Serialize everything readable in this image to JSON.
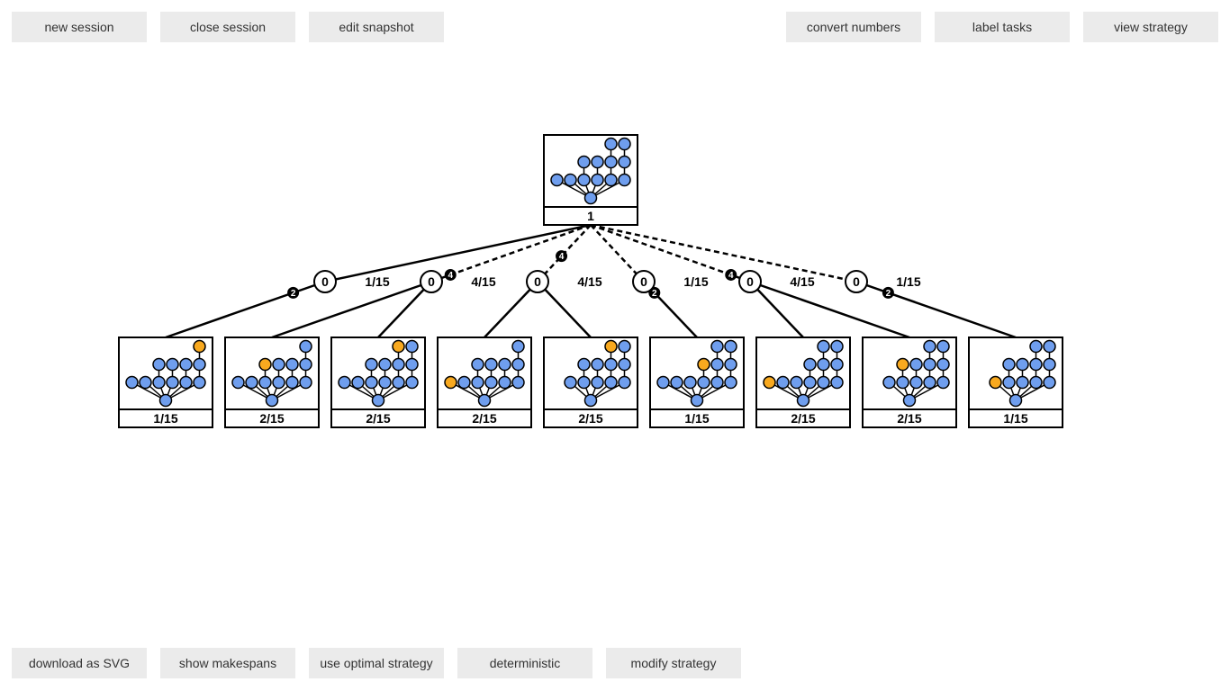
{
  "toolbar_top_left": [
    "new session",
    "close session",
    "edit snapshot"
  ],
  "toolbar_top_right": [
    "convert numbers",
    "label tasks",
    "view strategy"
  ],
  "toolbar_bottom": [
    "download as SVG",
    "show makespans",
    "use optimal strategy",
    "deterministic",
    "modify strategy"
  ],
  "colors": {
    "task": "#6f9eee",
    "active": "#f8a91f",
    "stroke": "#000000"
  },
  "root": {
    "label": "1",
    "nodes": [
      [
        0,
        1,
        "b"
      ],
      [
        1,
        1,
        "b"
      ],
      [
        2,
        1,
        "b"
      ],
      [
        3,
        1,
        "b"
      ],
      [
        4,
        1,
        "b"
      ],
      [
        5,
        1,
        "b"
      ],
      [
        2,
        2,
        "b"
      ],
      [
        3,
        2,
        "b"
      ],
      [
        4,
        2,
        "b"
      ],
      [
        5,
        2,
        "b"
      ],
      [
        4,
        3,
        "b"
      ],
      [
        5,
        3,
        "b"
      ]
    ]
  },
  "chance_nodes": [
    {
      "value": "0",
      "prob": "1/15",
      "edge_style": "solid",
      "edge_badge": null,
      "children": [
        0
      ],
      "child_badges": [
        "2"
      ]
    },
    {
      "value": "0",
      "prob": "4/15",
      "edge_style": "dashed",
      "edge_badge": "4",
      "children": [
        1,
        2
      ],
      "child_badges": [
        null,
        null
      ]
    },
    {
      "value": "0",
      "prob": "4/15",
      "edge_style": "dashed",
      "edge_badge": "4",
      "children": [
        3,
        4
      ],
      "child_badges": [
        null,
        null
      ]
    },
    {
      "value": "0",
      "prob": "1/15",
      "edge_style": "dashed",
      "edge_badge": null,
      "children": [
        5
      ],
      "child_badges": [
        "2"
      ]
    },
    {
      "value": "0",
      "prob": "4/15",
      "edge_style": "dashed",
      "edge_badge": "4",
      "children": [
        6,
        7
      ],
      "child_badges": [
        null,
        null
      ]
    },
    {
      "value": "0",
      "prob": "1/15",
      "edge_style": "dashed",
      "edge_badge": null,
      "children": [
        8
      ],
      "child_badges": [
        "2"
      ]
    }
  ],
  "children": [
    {
      "label": "1/15",
      "nodes": [
        [
          0,
          1,
          "b"
        ],
        [
          1,
          1,
          "b"
        ],
        [
          2,
          1,
          "b"
        ],
        [
          3,
          1,
          "b"
        ],
        [
          4,
          1,
          "b"
        ],
        [
          5,
          1,
          "b"
        ],
        [
          2,
          2,
          "b"
        ],
        [
          3,
          2,
          "b"
        ],
        [
          4,
          2,
          "b"
        ],
        [
          5,
          2,
          "b"
        ],
        [
          5,
          3,
          "o"
        ]
      ]
    },
    {
      "label": "2/15",
      "nodes": [
        [
          0,
          1,
          "b"
        ],
        [
          1,
          1,
          "b"
        ],
        [
          2,
          1,
          "b"
        ],
        [
          3,
          1,
          "b"
        ],
        [
          4,
          1,
          "b"
        ],
        [
          5,
          1,
          "b"
        ],
        [
          2,
          2,
          "o"
        ],
        [
          3,
          2,
          "b"
        ],
        [
          4,
          2,
          "b"
        ],
        [
          5,
          2,
          "b"
        ],
        [
          5,
          3,
          "b"
        ]
      ]
    },
    {
      "label": "2/15",
      "nodes": [
        [
          0,
          1,
          "b"
        ],
        [
          1,
          1,
          "b"
        ],
        [
          2,
          1,
          "b"
        ],
        [
          3,
          1,
          "b"
        ],
        [
          4,
          1,
          "b"
        ],
        [
          5,
          1,
          "b"
        ],
        [
          2,
          2,
          "b"
        ],
        [
          3,
          2,
          "b"
        ],
        [
          4,
          2,
          "b"
        ],
        [
          5,
          2,
          "b"
        ],
        [
          4,
          3,
          "o"
        ],
        [
          5,
          3,
          "b"
        ]
      ]
    },
    {
      "label": "2/15",
      "nodes": [
        [
          0,
          1,
          "o"
        ],
        [
          1,
          1,
          "b"
        ],
        [
          2,
          1,
          "b"
        ],
        [
          3,
          1,
          "b"
        ],
        [
          4,
          1,
          "b"
        ],
        [
          5,
          1,
          "b"
        ],
        [
          2,
          2,
          "b"
        ],
        [
          3,
          2,
          "b"
        ],
        [
          4,
          2,
          "b"
        ],
        [
          5,
          2,
          "b"
        ],
        [
          5,
          3,
          "b"
        ]
      ]
    },
    {
      "label": "2/15",
      "nodes": [
        [
          1,
          1,
          "b"
        ],
        [
          2,
          1,
          "b"
        ],
        [
          3,
          1,
          "b"
        ],
        [
          4,
          1,
          "b"
        ],
        [
          5,
          1,
          "b"
        ],
        [
          2,
          2,
          "b"
        ],
        [
          3,
          2,
          "b"
        ],
        [
          4,
          2,
          "b"
        ],
        [
          5,
          2,
          "b"
        ],
        [
          4,
          3,
          "o"
        ],
        [
          5,
          3,
          "b"
        ]
      ]
    },
    {
      "label": "1/15",
      "nodes": [
        [
          0,
          1,
          "b"
        ],
        [
          1,
          1,
          "b"
        ],
        [
          2,
          1,
          "b"
        ],
        [
          3,
          1,
          "b"
        ],
        [
          4,
          1,
          "b"
        ],
        [
          5,
          1,
          "b"
        ],
        [
          3,
          2,
          "o"
        ],
        [
          4,
          2,
          "b"
        ],
        [
          5,
          2,
          "b"
        ],
        [
          4,
          3,
          "b"
        ],
        [
          5,
          3,
          "b"
        ]
      ]
    },
    {
      "label": "2/15",
      "nodes": [
        [
          0,
          1,
          "o"
        ],
        [
          1,
          1,
          "b"
        ],
        [
          2,
          1,
          "b"
        ],
        [
          3,
          1,
          "b"
        ],
        [
          4,
          1,
          "b"
        ],
        [
          5,
          1,
          "b"
        ],
        [
          3,
          2,
          "b"
        ],
        [
          4,
          2,
          "b"
        ],
        [
          5,
          2,
          "b"
        ],
        [
          4,
          3,
          "b"
        ],
        [
          5,
          3,
          "b"
        ]
      ]
    },
    {
      "label": "2/15",
      "nodes": [
        [
          1,
          1,
          "b"
        ],
        [
          2,
          1,
          "b"
        ],
        [
          3,
          1,
          "b"
        ],
        [
          4,
          1,
          "b"
        ],
        [
          5,
          1,
          "b"
        ],
        [
          2,
          2,
          "o"
        ],
        [
          3,
          2,
          "b"
        ],
        [
          4,
          2,
          "b"
        ],
        [
          5,
          2,
          "b"
        ],
        [
          4,
          3,
          "b"
        ],
        [
          5,
          3,
          "b"
        ]
      ]
    },
    {
      "label": "1/15",
      "nodes": [
        [
          1,
          1,
          "o"
        ],
        [
          2,
          1,
          "b"
        ],
        [
          3,
          1,
          "b"
        ],
        [
          4,
          1,
          "b"
        ],
        [
          5,
          1,
          "b"
        ],
        [
          2,
          2,
          "b"
        ],
        [
          3,
          2,
          "b"
        ],
        [
          4,
          2,
          "b"
        ],
        [
          5,
          2,
          "b"
        ],
        [
          4,
          3,
          "b"
        ],
        [
          5,
          3,
          "b"
        ]
      ]
    }
  ]
}
